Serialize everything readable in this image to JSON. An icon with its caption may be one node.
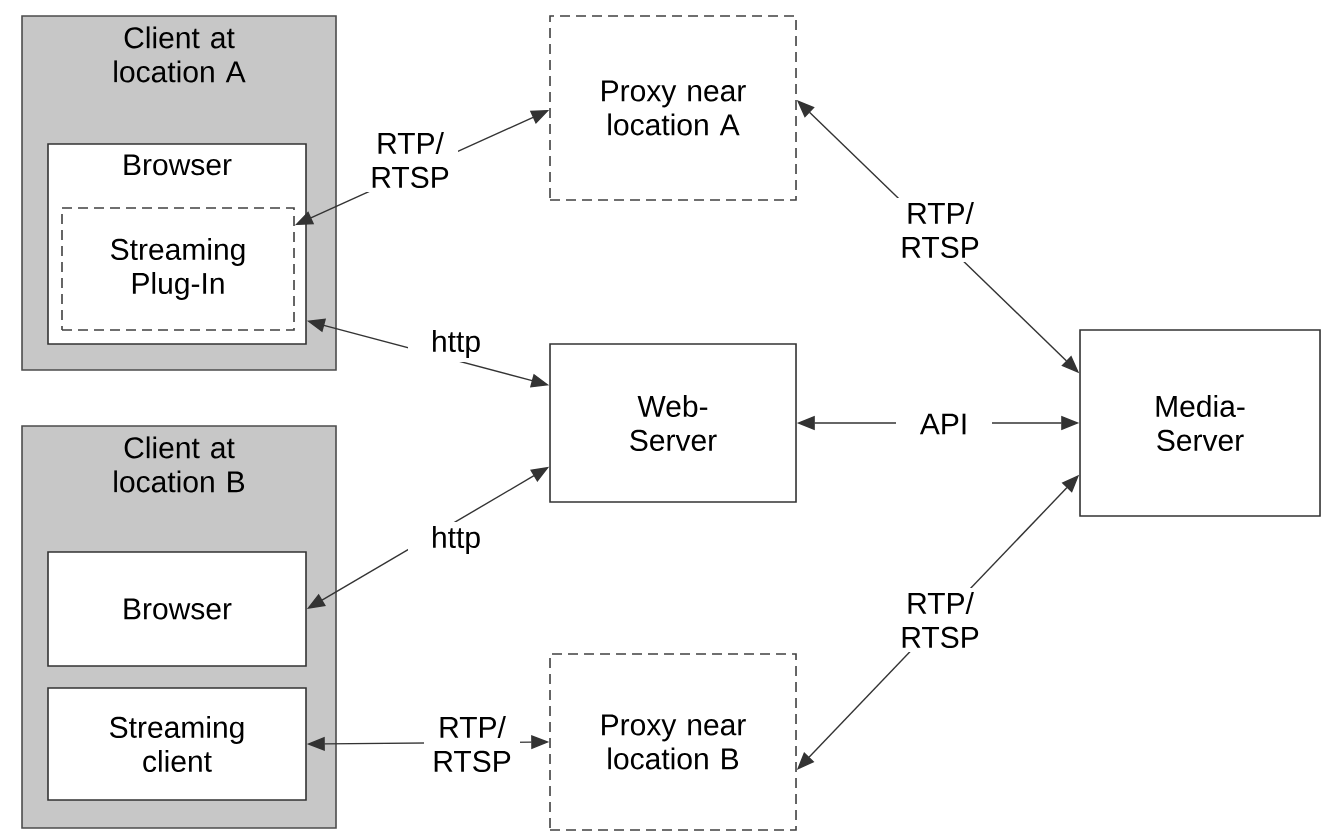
{
  "diagram": {
    "nodes": [
      {
        "text": [
          "Client at location A"
        ]
      },
      {
        "text": [
          "Browser"
        ],
        "in": 0
      },
      {
        "text": [
          "Streaming Plug-In"
        ],
        "in": 1
      },
      {
        "text": [
          "Client at location B"
        ]
      },
      {
        "text": [
          "Browser"
        ],
        "in": 3
      },
      {
        "text": [
          "Streaming client"
        ],
        "in": 3
      },
      {
        "text": [
          "Proxy near location A"
        ]
      },
      {
        "text": [
          "Web-Server"
        ]
      },
      {
        "text": [
          "Media-Server"
        ]
      },
      {
        "text": [
          "Proxy near location B"
        ]
      }
    ],
    "edges": [
      {
        "from": 2,
        "to": 6,
        "arrow": "both",
        "label": "RTP/ RTSP"
      },
      {
        "from": 1,
        "to": 7,
        "arrow": "both",
        "label": "http"
      },
      {
        "from": 6,
        "to": 8,
        "arrow": "both",
        "label": "RTP/ RTSP"
      },
      {
        "from": 7,
        "to": 8,
        "arrow": "both",
        "label": "API"
      },
      {
        "from": 4,
        "to": 7,
        "arrow": "both",
        "label": "http"
      },
      {
        "from": 5,
        "to": 9,
        "arrow": "both",
        "label": "RTP/ RTSP"
      },
      {
        "from": 9,
        "to": 8,
        "arrow": "both",
        "label": "RTP/ RTSP"
      }
    ]
  }
}
